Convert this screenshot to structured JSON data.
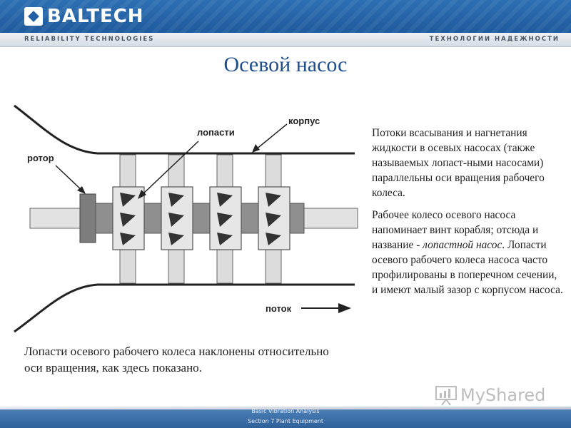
{
  "header": {
    "brand": "BALTECH",
    "tagline_left": "RELIABILITY   TECHNOLOGIES",
    "tagline_right": "ТЕХНОЛОГИИ НАДЕЖНОСТИ"
  },
  "slide": {
    "title": "Осевой насос"
  },
  "diagram": {
    "labels": {
      "rotor": "ротор",
      "blades": "лопасти",
      "casing": "корпус",
      "flow": "поток"
    },
    "impeller_count": 4
  },
  "right_text": {
    "p1": "Потоки всасывания и нагнетания жидкости в осевых насосах (также называемых лопаст-ными насосами) параллельны оси вращения рабочего колеса.",
    "p2_start": "Рабочее колесо осевого насоса напоминает винт корабля; отсюда и название - ",
    "p2_italic": "лопастной насос",
    "p2_end": ".  Лопасти осевого рабочего колеса насоса часто профилированы в поперечном сечении, и имеют малый зазор с корпусом насоса."
  },
  "caption": "Лопасти осевого рабочего колеса наклонены относительно оси вращения, как здесь показано.",
  "watermark": "MyShared",
  "footer": {
    "line1": "Basic Vibration Analysis",
    "line2": "Section 7 Plant Equipment"
  },
  "colors": {
    "header_blue": "#2160a3",
    "title_blue": "#1f4e8c"
  }
}
